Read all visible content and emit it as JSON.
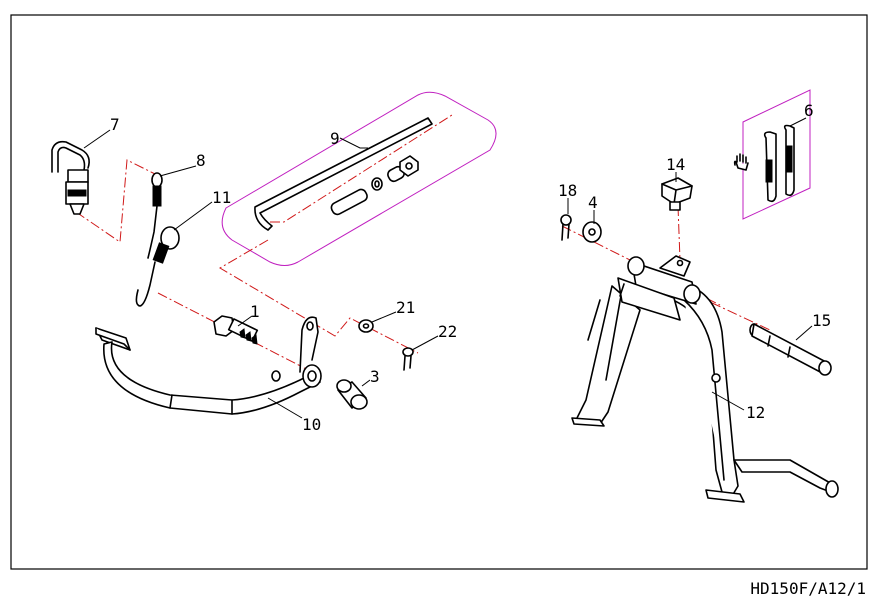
{
  "diagram": {
    "document_code": "HD150F/A12/1",
    "callouts": {
      "c1": "1",
      "c3": "3",
      "c4": "4",
      "c6": "6",
      "c7": "7",
      "c8": "8",
      "c9": "9",
      "c10": "10",
      "c11": "11",
      "c12": "12",
      "c14": "14",
      "c15": "15",
      "c18": "18",
      "c21": "21",
      "c22": "22"
    }
  },
  "colors": {
    "frame": "#000000",
    "chain_line": "#d01818",
    "kit_outline": "#c020c0"
  }
}
